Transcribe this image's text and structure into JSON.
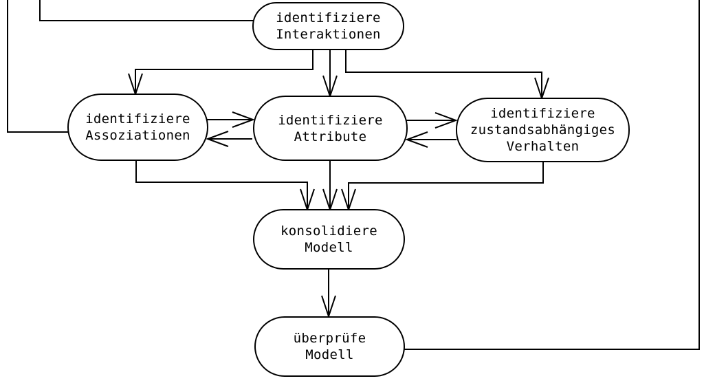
{
  "diagram": {
    "title": "OOA modelling activities flowchart (cropped at top)",
    "colors": {
      "background": "#ffffff",
      "stroke": "#000000",
      "text": "#000000"
    },
    "nodes": [
      {
        "id": "identifiziere-interaktionen",
        "label": "identifiziere\nInteraktionen"
      },
      {
        "id": "identifiziere-assoziationen",
        "label": "identifiziere\nAssoziationen"
      },
      {
        "id": "identifiziere-attribute",
        "label": "identifiziere\nAttribute"
      },
      {
        "id": "identifiziere-zustandsabhaengiges-verhalten",
        "label": "identifiziere\nzustandsabhängiges\nVerhalten"
      },
      {
        "id": "konsolidiere-modell",
        "label": "konsolidiere\nModell"
      },
      {
        "id": "ueberpruefe-modell",
        "label": "überprüfe\nModell"
      }
    ],
    "edges": [
      {
        "from": "offscreen-top",
        "to": "identifiziere-assoziationen",
        "arrow": false
      },
      {
        "from": "offscreen-top",
        "to": "identifiziere-interaktionen",
        "arrow": false
      },
      {
        "from": "identifiziere-interaktionen",
        "to": "identifiziere-assoziationen",
        "arrow": true
      },
      {
        "from": "identifiziere-interaktionen",
        "to": "identifiziere-attribute",
        "arrow": true
      },
      {
        "from": "identifiziere-interaktionen",
        "to": "identifiziere-zustandsabhaengiges-verhalten",
        "arrow": true
      },
      {
        "from": "identifiziere-assoziationen",
        "to": "identifiziere-attribute",
        "arrow": true
      },
      {
        "from": "identifiziere-attribute",
        "to": "identifiziere-assoziationen",
        "arrow": true
      },
      {
        "from": "identifiziere-attribute",
        "to": "identifiziere-zustandsabhaengiges-verhalten",
        "arrow": true
      },
      {
        "from": "identifiziere-zustandsabhaengiges-verhalten",
        "to": "identifiziere-attribute",
        "arrow": true
      },
      {
        "from": "identifiziere-assoziationen",
        "to": "konsolidiere-modell",
        "arrow": true
      },
      {
        "from": "identifiziere-attribute",
        "to": "konsolidiere-modell",
        "arrow": true
      },
      {
        "from": "identifiziere-zustandsabhaengiges-verhalten",
        "to": "konsolidiere-modell",
        "arrow": true
      },
      {
        "from": "konsolidiere-modell",
        "to": "ueberpruefe-modell",
        "arrow": true
      },
      {
        "from": "ueberpruefe-modell",
        "to": "offscreen-top-right",
        "arrow": false
      }
    ]
  }
}
